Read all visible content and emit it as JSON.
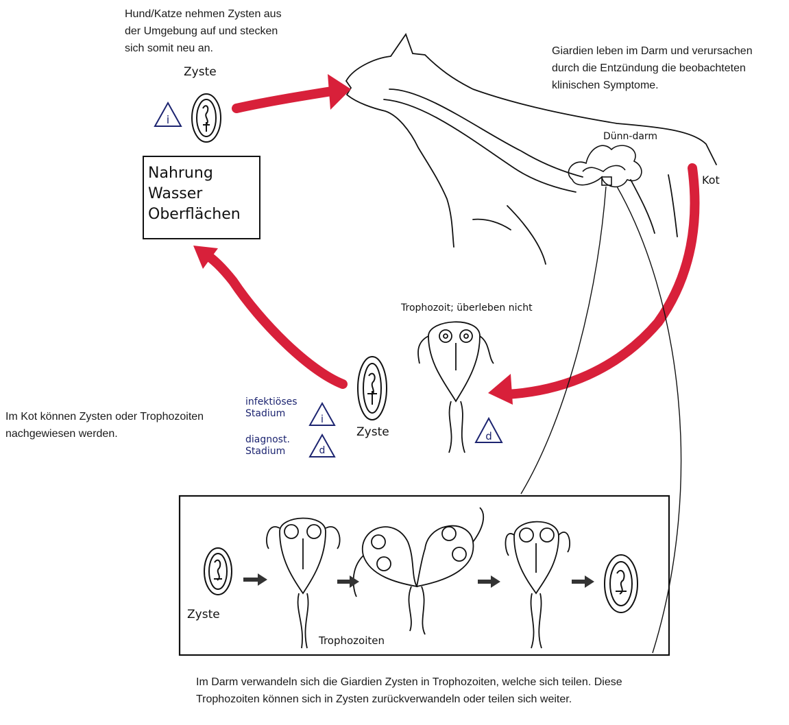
{
  "texts": {
    "infection_note": "Hund/Katze nehmen Zysten aus der Umgebung auf und stecken sich somit neu an.",
    "intestine_note": "Giardien leben im Darm und verursachen durch die Entzündung die beobachteten klinischen Symptome.",
    "feces_note": "Im Kot können Zysten oder Trophozoiten nachgewiesen werden.",
    "bottom_note": "Im Darm verwandeln sich die Giardien Zysten in Trophozoiten, welche sich teilen. Diese Trophozoiten können sich in Zysten zurückverwandeln oder teilen sich weiter."
  },
  "labels": {
    "cyst_top": "Zyste",
    "env_box": [
      "Nahrung",
      "Wasser",
      "Oberflächen"
    ],
    "small_intestine": "Dünn-darm",
    "kot": "Kot",
    "trophozoite": "Trophozoit; überleben nicht",
    "cyst_middle": "Zyste",
    "legend_infective": "infektiöses Stadium",
    "legend_diagnostic": "diagnost. Stadium",
    "cyst_inset": "Zyste",
    "trophozoites_inset": "Trophozoiten"
  },
  "markers": {
    "infective_symbol": "i",
    "diagnostic_symbol": "d"
  },
  "colors": {
    "arrow_red": "#d8203a",
    "legend_blue": "#1c2470",
    "ink": "#111111"
  }
}
